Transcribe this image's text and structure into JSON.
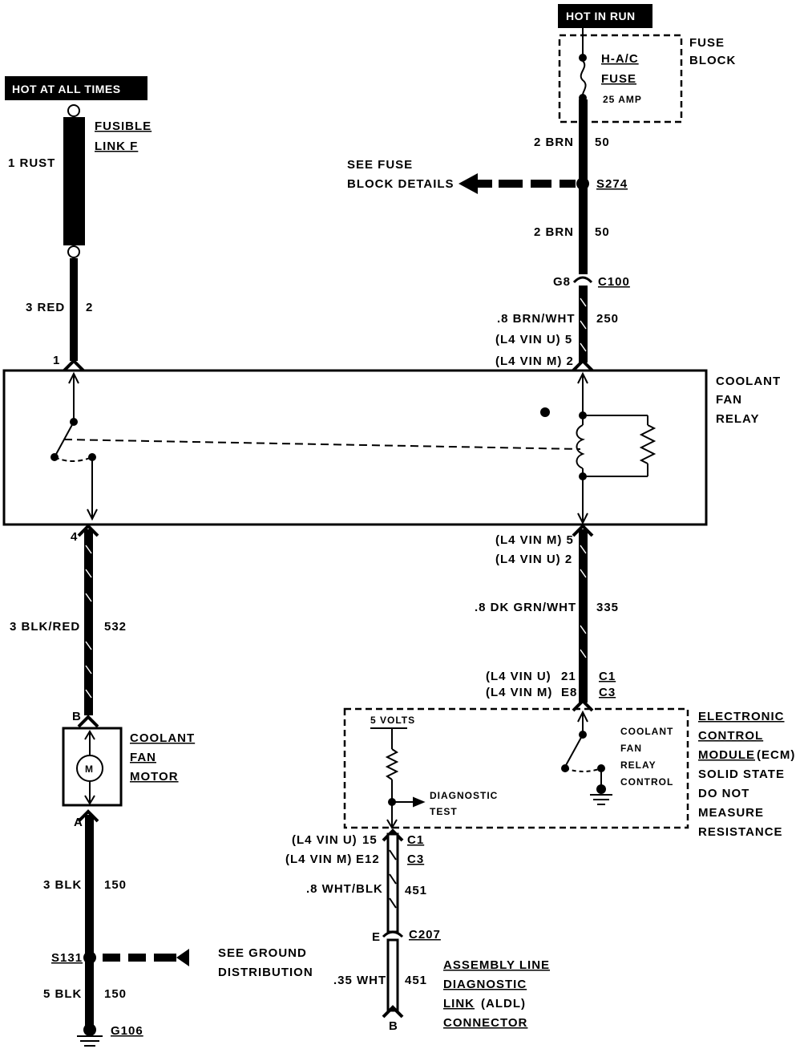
{
  "headers": {
    "hot_always": "HOT AT ALL TIMES",
    "hot_run": "HOT IN RUN"
  },
  "fuse_block": {
    "label1": "FUSE",
    "label2": "BLOCK",
    "fuse_name1": "H-A/C",
    "fuse_name2": "FUSE",
    "rating": "25 AMP"
  },
  "fusible_link": {
    "label1": "FUSIBLE",
    "label2": "LINK F",
    "wire": "1 RUST"
  },
  "left_wires": {
    "w1_gauge": "3 RED",
    "w1_circuit": "2",
    "pin1": "1",
    "pin4": "4",
    "w2_gauge": "3 BLK/RED",
    "w2_circuit": "532",
    "pin_b": "B",
    "pin_a": "A",
    "w3_gauge": "3 BLK",
    "w3_circuit": "150",
    "splice": "S131",
    "w4_gauge": "5 BLK",
    "w4_circuit": "150",
    "ground": "G106"
  },
  "ground_ref": {
    "line1": "SEE GROUND",
    "line2": "DISTRIBUTION"
  },
  "motor": {
    "label1": "COOLANT",
    "label2": "FAN",
    "label3": "MOTOR",
    "symbol": "M"
  },
  "right_wires": {
    "w1_gauge": "2 BRN",
    "w1_circuit": "50",
    "splice": "S274",
    "w2_gauge": "2 BRN",
    "w2_circuit": "50",
    "conn_pin": "G8",
    "conn": "C100",
    "w3_gauge": ".8 BRN/WHT",
    "w3_circuit": "250",
    "relay_in_u": "(L4 VIN U) 5",
    "relay_in_m": "(L4 VIN M) 2",
    "relay_out_m": "(L4 VIN M) 5",
    "relay_out_u": "(L4 VIN U) 2",
    "w4_gauge": ".8 DK GRN/WHT",
    "w4_circuit": "335",
    "ecm_in_u": "(L4 VIN U)",
    "ecm_in_u_pin": "21",
    "ecm_in_u_conn": "C1",
    "ecm_in_m": "(L4 VIN M)",
    "ecm_in_m_pin": "E8",
    "ecm_in_m_conn": "C3"
  },
  "fuse_ref": {
    "line1": "SEE FUSE",
    "line2": "BLOCK DETAILS"
  },
  "relay": {
    "label1": "COOLANT",
    "label2": "FAN",
    "label3": "RELAY"
  },
  "ecm": {
    "volts": "5 VOLTS",
    "diag1": "DIAGNOSTIC",
    "diag2": "TEST",
    "ctrl1": "COOLANT",
    "ctrl2": "FAN",
    "ctrl3": "RELAY",
    "ctrl4": "CONTROL",
    "label1": "ELECTRONIC",
    "label2": "CONTROL",
    "label3": "MODULE",
    "label3b": "(ECM)",
    "label4": "SOLID STATE",
    "label5": "DO NOT",
    "label6": "MEASURE",
    "label7": "RESISTANCE"
  },
  "aldl_wires": {
    "out_u": "(L4 VIN U)",
    "out_u_pin": "15",
    "out_u_conn": "C1",
    "out_m": "(L4 VIN M)",
    "out_m_pin": "E12",
    "out_m_conn": "C3",
    "w1_gauge": ".8 WHT/BLK",
    "w1_circuit": "451",
    "conn_pin": "E",
    "conn": "C207",
    "w2_gauge": ".35 WHT",
    "w2_circuit": "451",
    "pin_b": "B"
  },
  "aldl": {
    "label1": "ASSEMBLY LINE",
    "label2": "DIAGNOSTIC",
    "label3": "LINK",
    "label3b": "(ALDL)",
    "label4": "CONNECTOR"
  }
}
